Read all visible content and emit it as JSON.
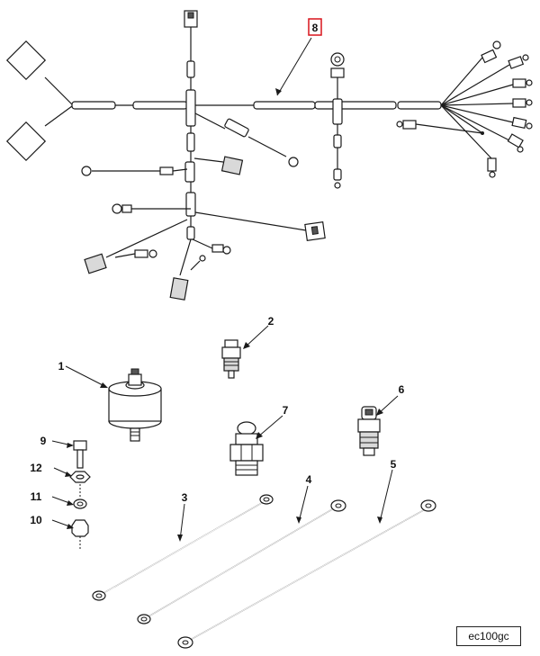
{
  "figure": {
    "figure_id": "ec100gc",
    "callouts": [
      {
        "id": "c1",
        "label": "1"
      },
      {
        "id": "c2",
        "label": "2"
      },
      {
        "id": "c3",
        "label": "3"
      },
      {
        "id": "c4",
        "label": "4"
      },
      {
        "id": "c5",
        "label": "5"
      },
      {
        "id": "c6",
        "label": "6"
      },
      {
        "id": "c7",
        "label": "7"
      },
      {
        "id": "c8",
        "label": "8",
        "highlighted": true
      },
      {
        "id": "c9",
        "label": "9"
      },
      {
        "id": "c10",
        "label": "10"
      },
      {
        "id": "c11",
        "label": "11"
      },
      {
        "id": "c12",
        "label": "12"
      }
    ],
    "highlight_color": "#d9141c"
  }
}
